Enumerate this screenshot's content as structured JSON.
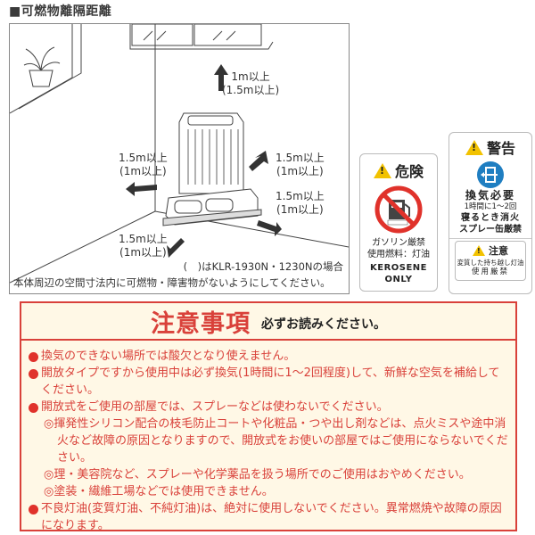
{
  "section_title": "■可燃物離隔距離",
  "diagram": {
    "distances": {
      "top": {
        "main": "1m以上",
        "alt": "(1.5m以上)"
      },
      "back_right": {
        "main": "1.5m以上",
        "alt": "(1m以上)"
      },
      "left": {
        "main": "1.5m以上",
        "alt": "(1m以上)"
      },
      "right": {
        "main": "1.5m以上",
        "alt": "(1m以上)"
      },
      "front": {
        "main": "1.5m以上",
        "alt": "(1m以上)"
      }
    },
    "note_models": "(　)はKLR-1930N・1230Nの場合",
    "note_clearance": "本体周辺の空間寸法内に可燃物・障害物がないようにしてください。"
  },
  "sign_kerosene": {
    "heading": "危険",
    "pump_label": "GASOLINE",
    "line1": "ガソリン厳禁",
    "line2": "使用燃料：灯油",
    "line3": "KEROSENE",
    "line4": "ONLY",
    "colors": {
      "prohibit": "#e0322b",
      "warning_yellow": "#f2c200"
    }
  },
  "sign_warning": {
    "heading": "警告",
    "line1": "換気必要",
    "line2": "1時間に1〜2回",
    "line3": "寝るとき消火",
    "line4": "スプレー缶厳禁",
    "caution_heading": "注意",
    "caution_line1": "変質した持ち越し灯油",
    "caution_line2": "使用厳禁",
    "colors": {
      "ventilation_blue": "#1f7ec1"
    }
  },
  "notice": {
    "title": "注意事項",
    "subtitle": "必ずお読みください。",
    "items": [
      {
        "type": "bullet",
        "text": "換気のできない場所では酸欠となり使えません。"
      },
      {
        "type": "bullet",
        "text": "開放タイプですから使用中は必ず換気(1時間に1〜2回程度)して、新鮮な空気を補給してください。"
      },
      {
        "type": "bullet",
        "text": "開放式をご使用の部屋では、スプレーなどは使わないでください。"
      },
      {
        "type": "sub",
        "text": "◎揮発性シリコン配合の枝毛防止コートや化粧品・つや出し剤などは、点火ミスや途中消火など故障の原因となりますので、開放式をお使いの部屋ではご使用にならないでください。"
      },
      {
        "type": "sub",
        "text": "◎理・美容院など、スプレーや化学薬品を扱う場所でのご使用はおやめください。"
      },
      {
        "type": "sub",
        "text": "◎塗装・繊維工場などでは使用できません。"
      },
      {
        "type": "bullet",
        "text": "不良灯油(変質灯油、不純灯油)は、絶対に使用しないでください。異常燃焼や故障の原因になります。"
      }
    ],
    "colors": {
      "border": "#d9413a",
      "background": "#fff8e6",
      "text": "#d9413a"
    }
  }
}
